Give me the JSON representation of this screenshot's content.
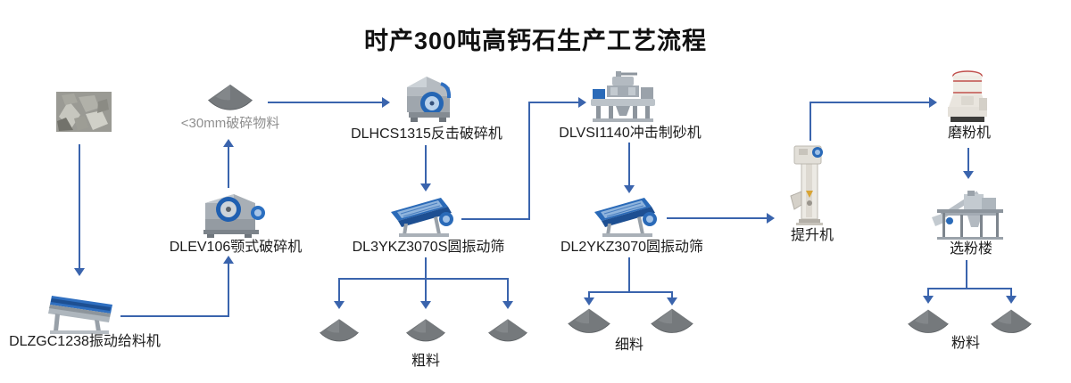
{
  "title": "时产300吨高钙石生产工艺流程",
  "labels": {
    "crushed_material": "<30mm破碎物料",
    "feeder": "DLZGC1238振动给料机",
    "jaw_crusher": "DLEV106颚式破碎机",
    "impact_crusher": "DLHCS1315反击破碎机",
    "screen1": "DL3YKZ3070S圆振动筛",
    "sand_maker": "DLVSI1140冲击制砂机",
    "screen2": "DL2YKZ3070圆振动筛",
    "elevator": "提升机",
    "mill": "磨粉机",
    "classifier": "选粉楼",
    "coarse_output": "粗料",
    "fine_output": "细料",
    "powder_output": "粉料"
  },
  "flow_edges": [
    [
      "raw_material",
      "feeder"
    ],
    [
      "feeder",
      "jaw_crusher"
    ],
    [
      "jaw_crusher",
      "crushed_material"
    ],
    [
      "crushed_material",
      "impact_crusher"
    ],
    [
      "impact_crusher",
      "screen1"
    ],
    [
      "screen1",
      "sand_maker"
    ],
    [
      "screen1",
      "coarse_output"
    ],
    [
      "sand_maker",
      "screen2"
    ],
    [
      "screen2",
      "elevator"
    ],
    [
      "screen2",
      "fine_output"
    ],
    [
      "elevator",
      "mill"
    ],
    [
      "mill",
      "classifier"
    ],
    [
      "classifier",
      "powder_output"
    ]
  ],
  "counts": {
    "coarse_piles": 3,
    "fine_piles": 2,
    "powder_piles": 2
  },
  "colors": {
    "arrow": "#3a64ad",
    "cone": "#75797c",
    "muted_label": "#8f8f8f",
    "text": "#1c1c1c",
    "background": "#ffffff"
  }
}
